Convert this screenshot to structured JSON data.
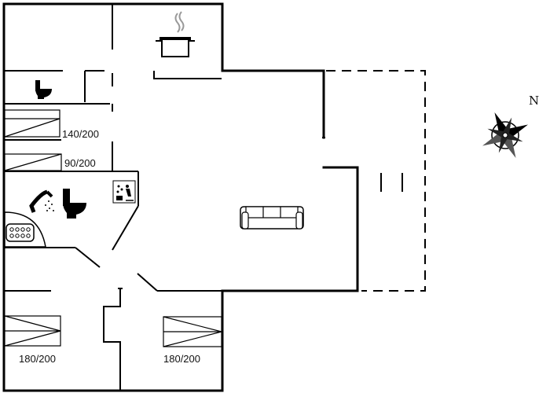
{
  "beds": [
    {
      "size": "140/200"
    },
    {
      "size": "90/200"
    },
    {
      "size": "180/200"
    },
    {
      "size": "180/200"
    }
  ],
  "compass": {
    "north_label": "N"
  },
  "icons": [
    "kitchen-pot-icon",
    "toilet-icon",
    "shower-icon",
    "sauna-icon",
    "jacuzzi-icon",
    "sofa-icon",
    "compass-rose-icon"
  ]
}
